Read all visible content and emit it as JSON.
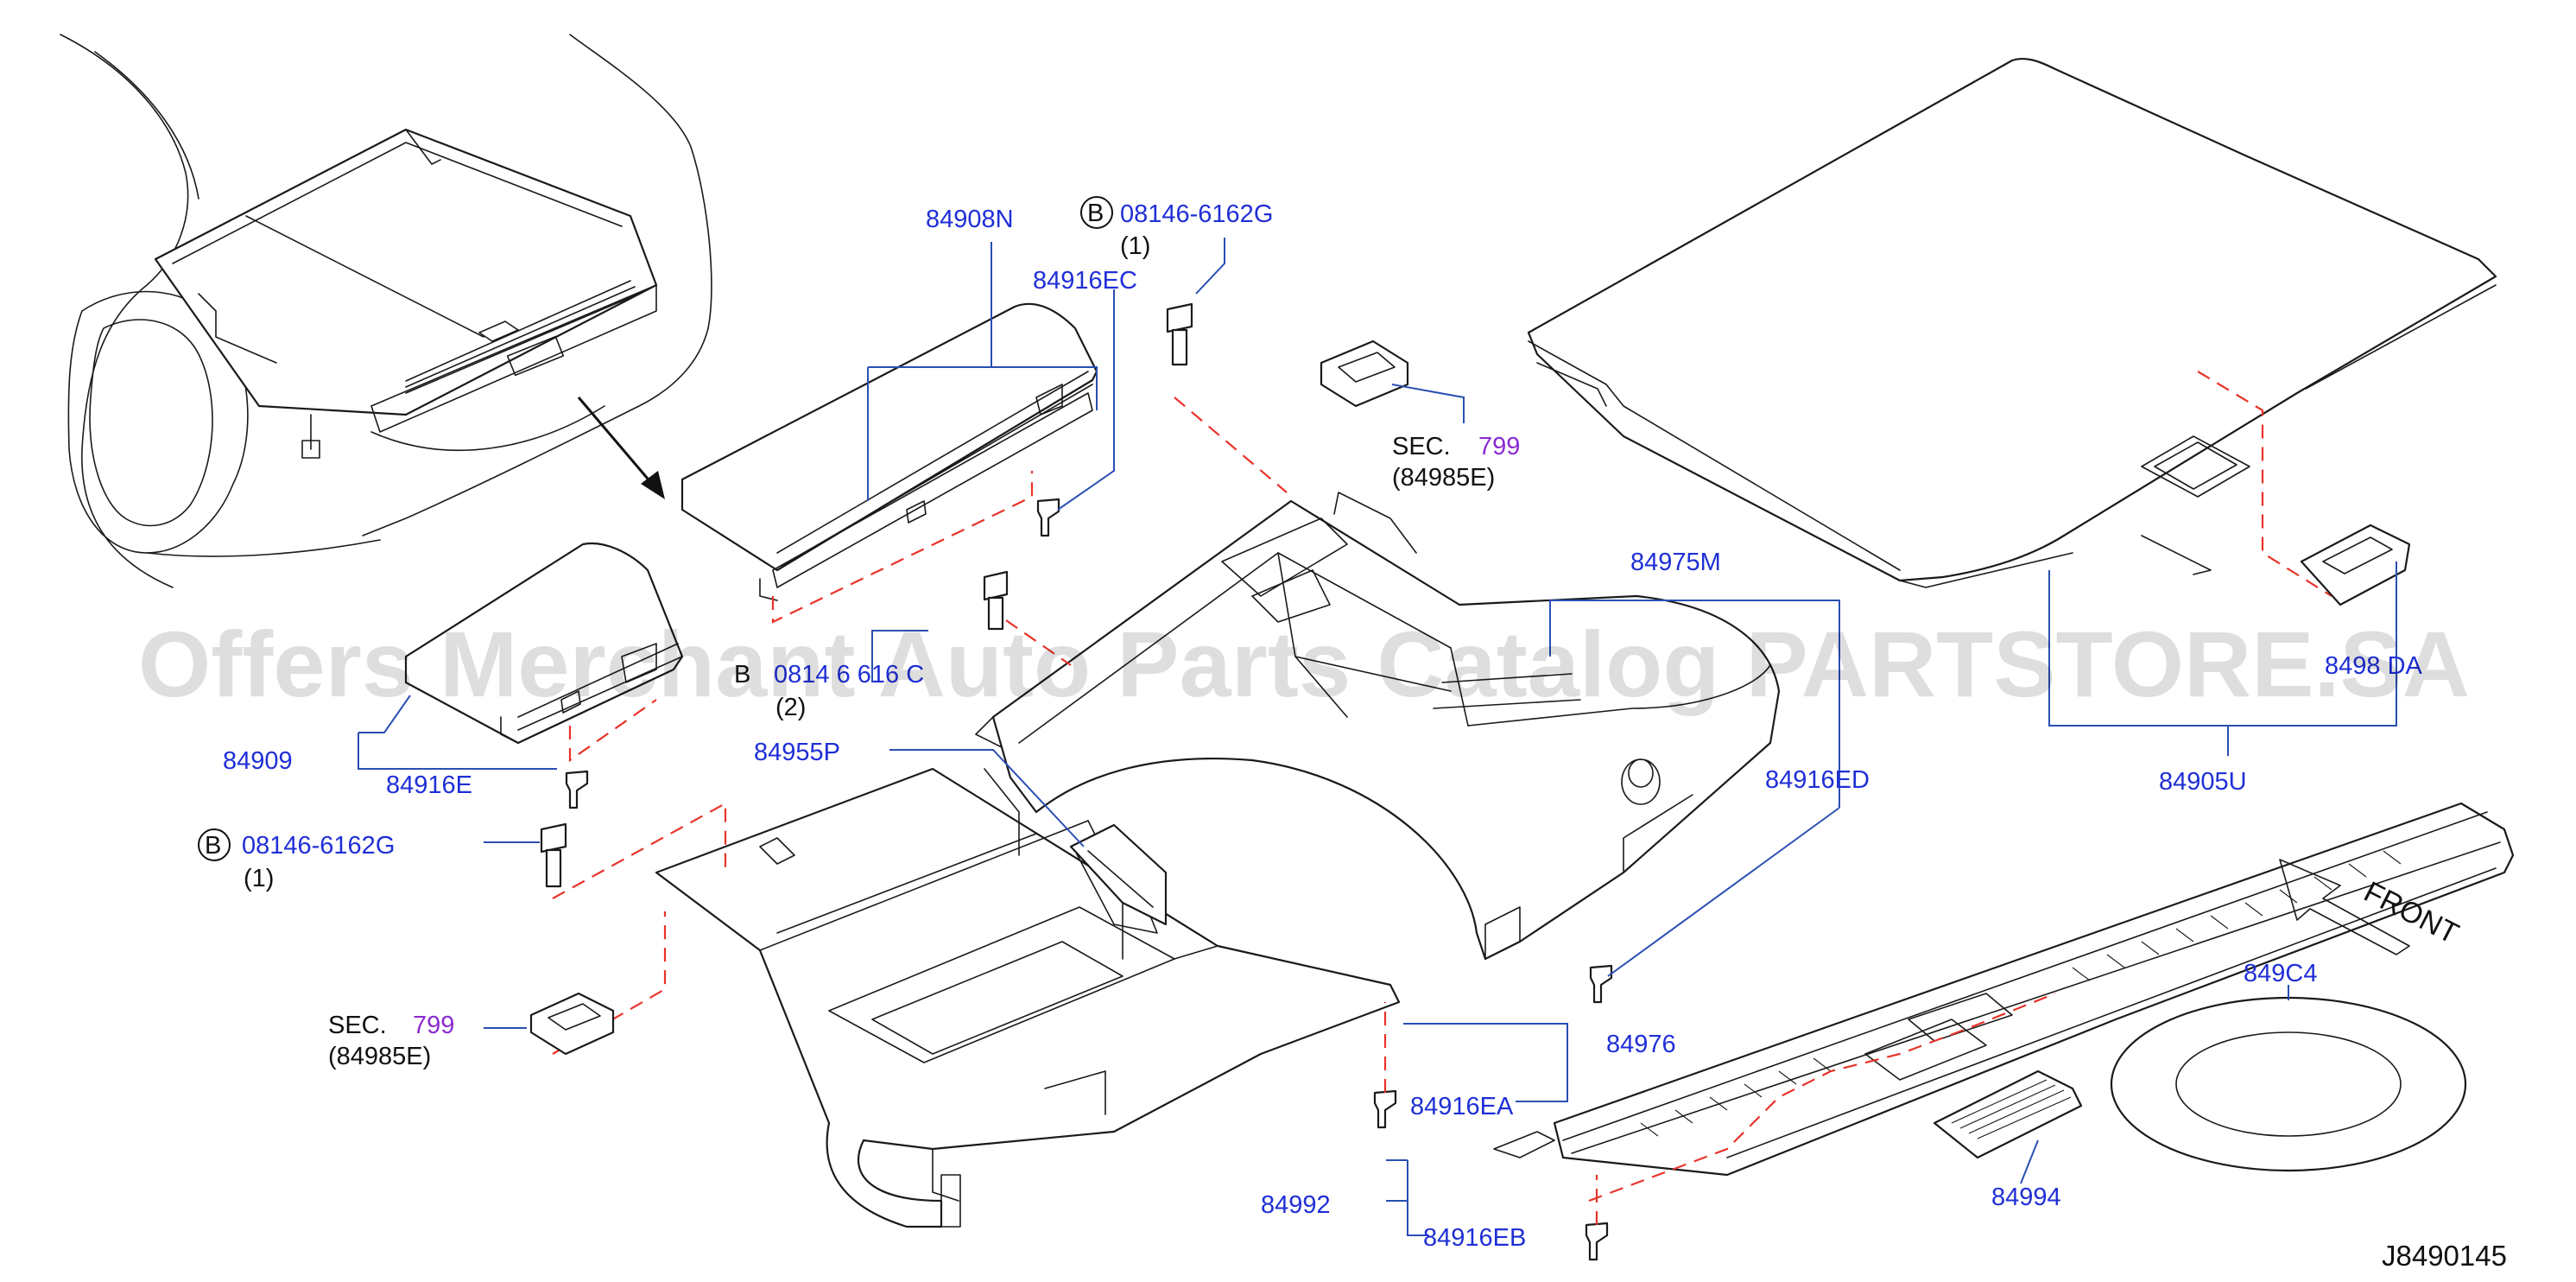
{
  "labels": {
    "p84908N": "84908N",
    "bolt_top_code": "08146-6162G",
    "bolt_top_qty": "(1)",
    "p84916EC": "84916EC",
    "sec_top": "SEC.",
    "sec_top_num": "799",
    "sec_top_ref": "(84985E)",
    "bolt_mid_code": "0814 6 616 C",
    "bolt_mid_qty": "(2)",
    "p84909": "84909",
    "p84916E": "84916E",
    "bolt_left_code": "08146-6162G",
    "bolt_left_qty": "(1)",
    "p84955P": "84955P",
    "sec_bottom": "SEC.",
    "sec_bottom_num": "799",
    "sec_bottom_ref": "(84985E)",
    "p84975M": "84975M",
    "p84916ED": "84916ED",
    "p84985DA": "8498 DA",
    "p84905U": "84905U",
    "p84976": "84976",
    "p84916EA": "84916EA",
    "p84992": "84992",
    "p84916EB": "84916EB",
    "p84994": "84994",
    "p849C4": "849C4",
    "front": "FRONT",
    "drawing_id": "J8490145",
    "bolt_marker": "B"
  },
  "watermark": "Offers Merchant Auto Parts Catalog PARTSTORE.SA",
  "colors": {
    "part_number": "#1f2fd6",
    "section_number": "#8a2bd0",
    "leader_line": "#2a4fb3",
    "dashed_guide": "#e8332a",
    "outline": "#1a1a1a"
  }
}
